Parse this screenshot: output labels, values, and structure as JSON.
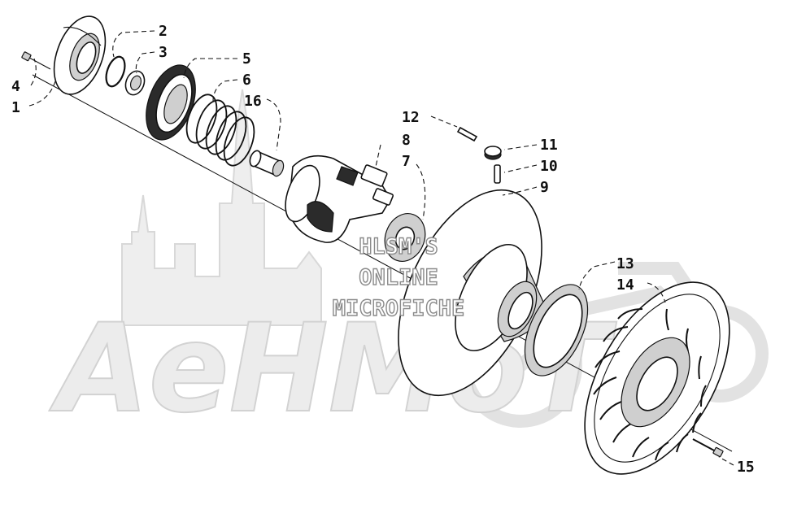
{
  "watermark": {
    "lines": [
      "HLSM'S",
      "ONLINE",
      "MICROFICHE"
    ],
    "brand": "AeHMoTo",
    "colors": {
      "brand_fill": "#ececec",
      "brand_stroke": "#d2d2d2",
      "outline_text": "#8a8a8a"
    }
  },
  "callouts": [
    {
      "id": "1",
      "label": "1"
    },
    {
      "id": "2",
      "label": "2"
    },
    {
      "id": "3",
      "label": "3"
    },
    {
      "id": "4",
      "label": "4"
    },
    {
      "id": "5",
      "label": "5"
    },
    {
      "id": "6",
      "label": "6"
    },
    {
      "id": "7",
      "label": "7"
    },
    {
      "id": "8",
      "label": "8"
    },
    {
      "id": "9",
      "label": "9"
    },
    {
      "id": "10",
      "label": "10"
    },
    {
      "id": "11",
      "label": "11"
    },
    {
      "id": "12",
      "label": "12"
    },
    {
      "id": "13",
      "label": "13"
    },
    {
      "id": "14",
      "label": "14"
    },
    {
      "id": "15",
      "label": "15"
    },
    {
      "id": "16",
      "label": "16"
    }
  ]
}
